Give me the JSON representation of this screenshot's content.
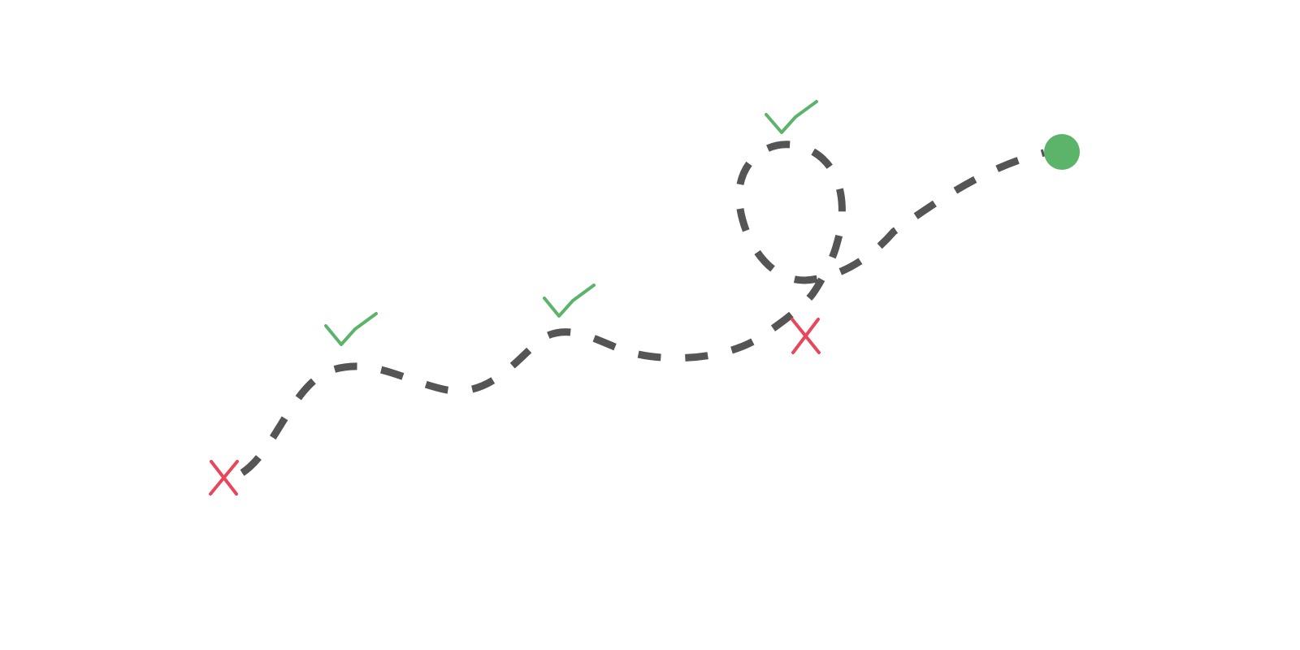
{
  "diagram": {
    "kind": "route-path",
    "line_style": "dashed",
    "markers": [
      {
        "type": "cross",
        "meaning": "fail"
      },
      {
        "type": "check",
        "meaning": "success"
      },
      {
        "type": "check",
        "meaning": "success"
      },
      {
        "type": "check",
        "meaning": "success"
      },
      {
        "type": "cross",
        "meaning": "fail"
      },
      {
        "type": "dot",
        "meaning": "goal"
      }
    ]
  },
  "colors": {
    "background": "#ffffff",
    "path": "#555555",
    "success": "#5bb46a",
    "fail": "#e8465a",
    "goal": "#5bb46a"
  },
  "icons": {
    "start": "cross-icon",
    "checkpoint": "check-icon",
    "end": "dot-icon"
  }
}
